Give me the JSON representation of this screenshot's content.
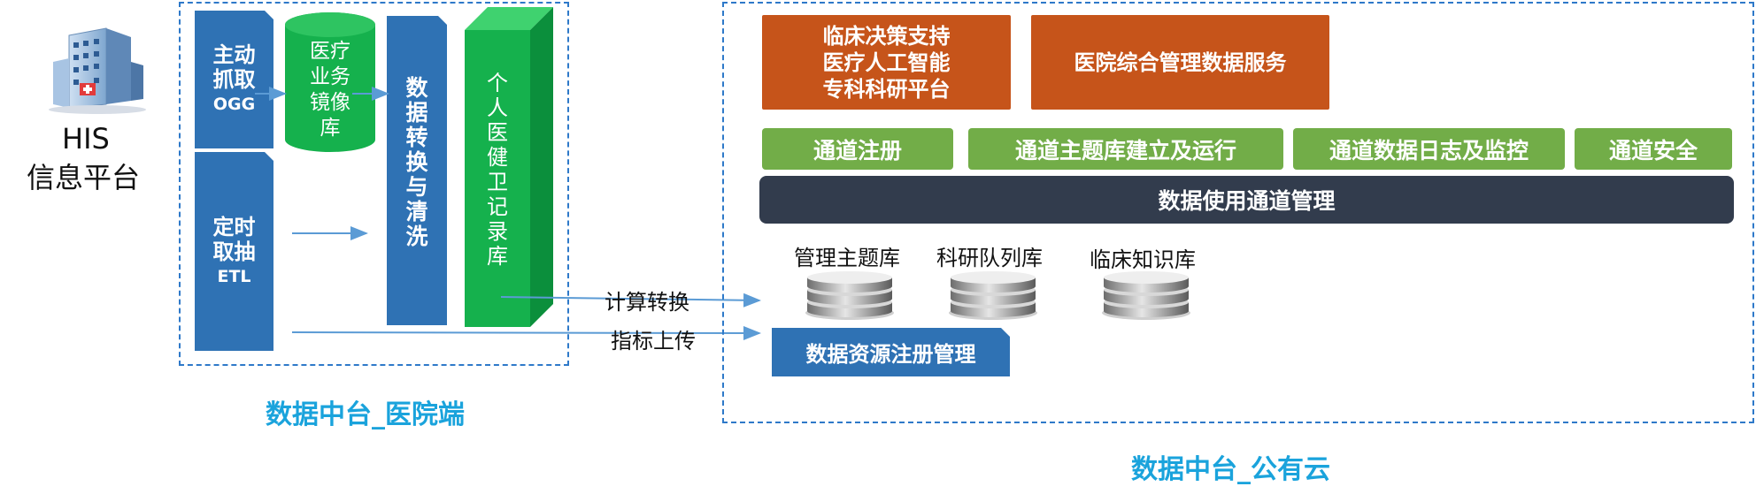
{
  "source": {
    "title_line1": "HIS",
    "title_line2": "信息平台",
    "icon": "hospital-building-icon"
  },
  "hospital": {
    "caption": "数据中台_医院端",
    "capture_active": [
      "主动",
      "抓取",
      "OGG"
    ],
    "capture_timed": [
      "定时",
      "取抽",
      "ETL"
    ],
    "mirror_db": [
      "医疗",
      "业务",
      "镜像",
      "库"
    ],
    "transform": [
      "数",
      "据",
      "转",
      "换",
      "与",
      "清",
      "洗"
    ],
    "health_record": [
      "个",
      "人",
      "医",
      "健",
      "卫",
      "记",
      "录",
      "库"
    ]
  },
  "cloud": {
    "caption": "数据中台_公有云",
    "apps": [
      {
        "lines": [
          "临床决策支持",
          "医疗人工智能",
          "专科科研平台"
        ]
      },
      {
        "lines": [
          "医院综合管理数据服务"
        ]
      }
    ],
    "channels": [
      "通道注册",
      "通道主题库建立及运行",
      "通道数据日志及监控",
      "通道安全"
    ],
    "channel_mgmt": "数据使用通道管理",
    "databases": [
      "管理主题库",
      "科研队列库",
      "临床知识库"
    ],
    "registry": "数据资源注册管理"
  },
  "flows": {
    "compute": "计算转换",
    "upload": "指标上传"
  },
  "colors": {
    "dashed_border": "#2e79c9",
    "blue_block": "#2f72b4",
    "green_block": "#15b14d",
    "orange_block": "#c6541a",
    "green_channel": "#72ad48",
    "dark_bar": "#323c4d",
    "caption": "#1aa3dc"
  }
}
